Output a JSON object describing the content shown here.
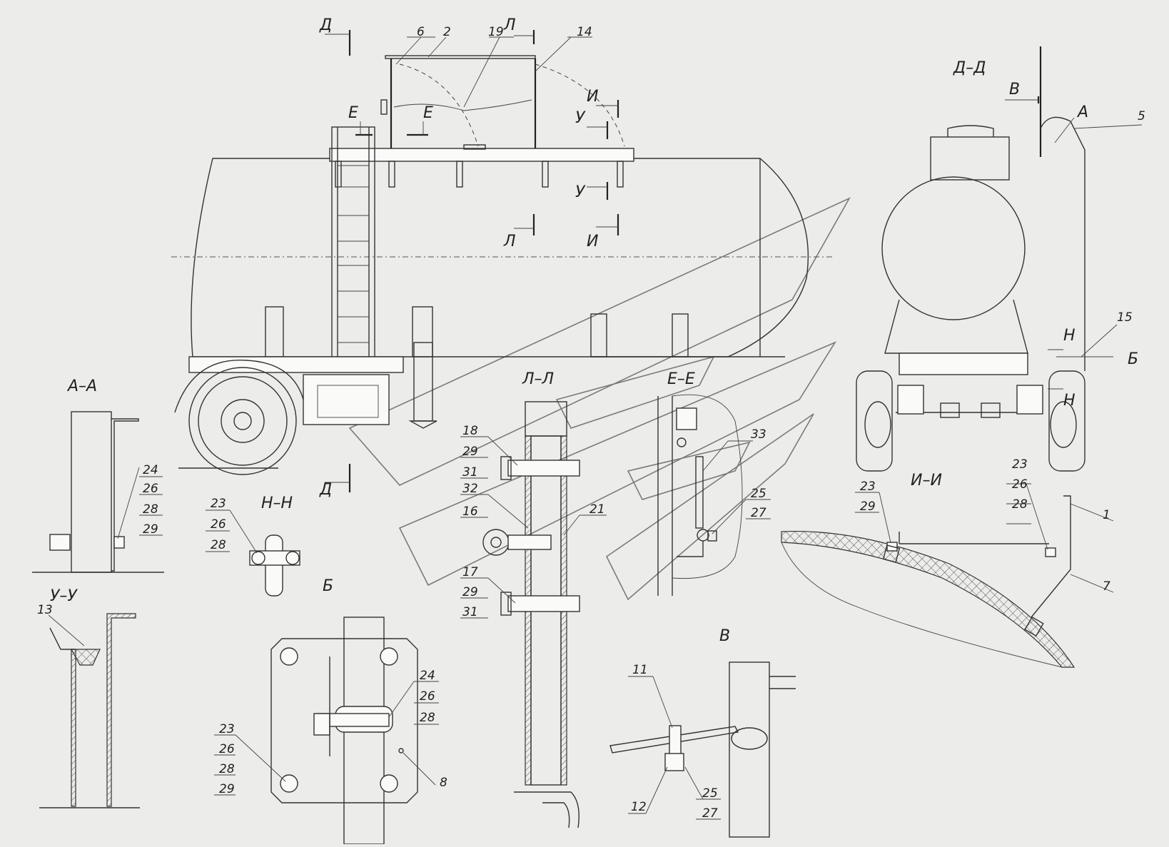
{
  "section_titles": {
    "aa": "А–А",
    "dd": "Д–Д",
    "ll": "Л–Л",
    "ee": "Е–Е",
    "nn": "Н–Н",
    "uu": "У–У",
    "ii": "И–И",
    "b": "Б",
    "v": "В"
  },
  "cut_letters": {
    "d_top": "Д",
    "d_bottom": "Д",
    "l_top": "Л",
    "l_bottom": "Л",
    "e_left": "Е",
    "e_right": "Е",
    "i_top": "И",
    "i_bottom": "И",
    "u_top": "У",
    "u_bottom": "У",
    "v": "В",
    "a": "А",
    "n_top": "Н",
    "n_bottom": "Н",
    "b": "Б"
  },
  "callouts": {
    "main_view": [
      "6",
      "2",
      "19",
      "14"
    ],
    "rear_view": [
      "5",
      "15"
    ],
    "section_aa": [
      "24",
      "26",
      "28",
      "29"
    ],
    "section_nn": [
      "23",
      "26",
      "28"
    ],
    "section_uu": [
      "13"
    ],
    "view_b": [
      "23",
      "26",
      "28",
      "29",
      "24",
      "26",
      "28",
      "8"
    ],
    "section_ll": [
      "18",
      "29",
      "31",
      "32",
      "16",
      "21",
      "17",
      "29",
      "31"
    ],
    "section_ee": [
      "33",
      "25",
      "27"
    ],
    "view_v": [
      "11",
      "12",
      "25",
      "27"
    ],
    "section_ii": [
      "23",
      "29",
      "23",
      "26",
      "28",
      "1",
      "7"
    ]
  }
}
